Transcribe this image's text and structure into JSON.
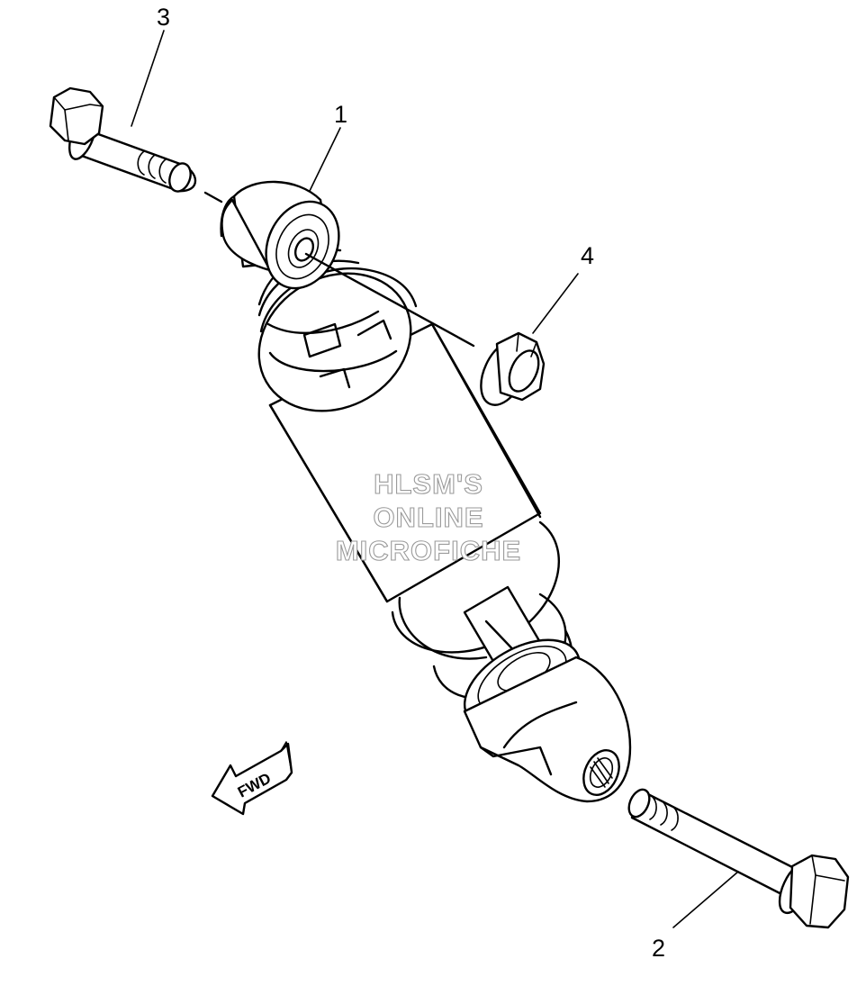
{
  "callouts": {
    "part_1": "1",
    "part_2": "2",
    "part_3": "3",
    "part_4": "4"
  },
  "direction_arrow": {
    "label": "FWD"
  },
  "watermark": {
    "line1": "HLSM'S",
    "line2": "ONLINE",
    "line3": "MICROFICHE"
  },
  "colors": {
    "line": "#000000",
    "watermark_outline": "#9a9a9a",
    "background": "#ffffff"
  }
}
